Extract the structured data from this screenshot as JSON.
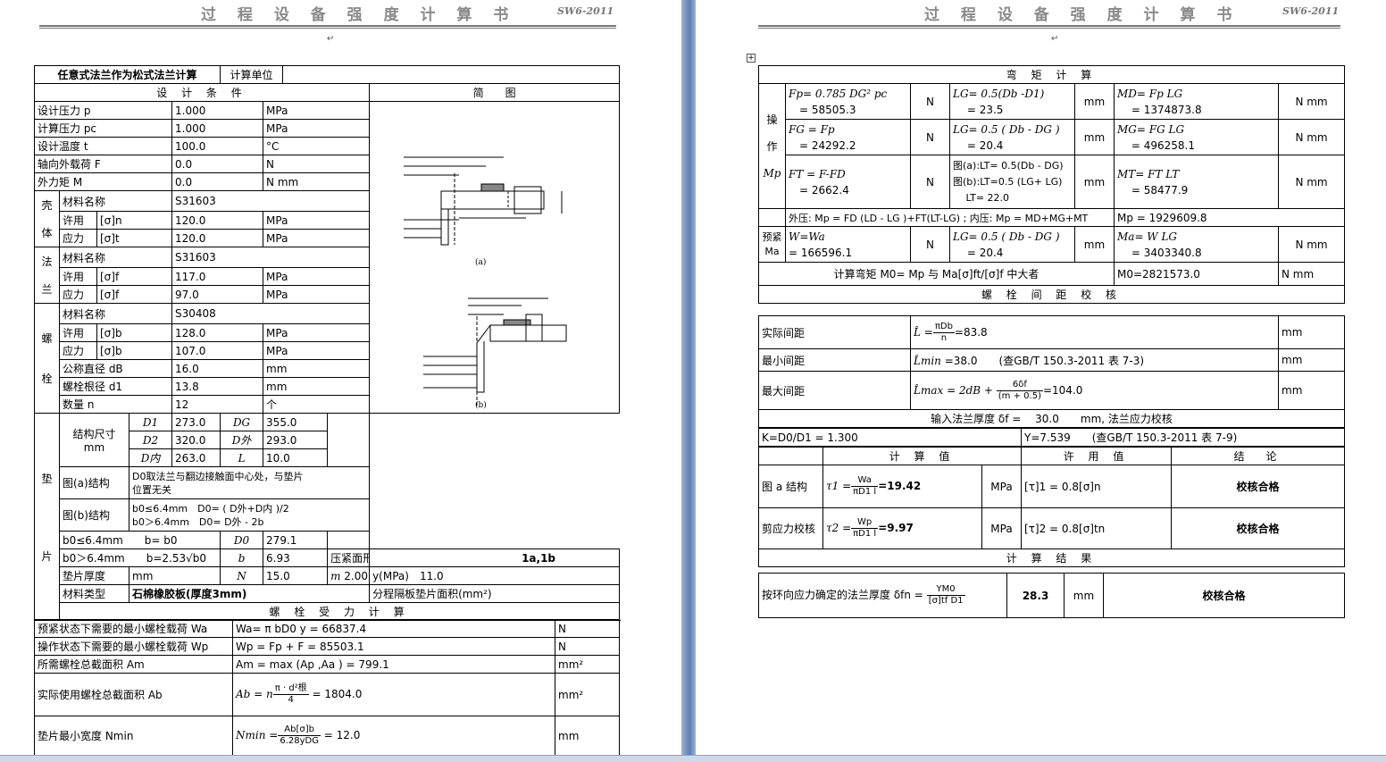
{
  "header": {
    "title": "过 程 设 备 强 度 计 算 书",
    "code": "SW6-2011"
  },
  "left": {
    "title": "任意式法兰作为松式法兰计算",
    "unit_label": "计算单位",
    "design_conditions": "设 计 条 件",
    "sketch_label": "简　　图",
    "rows": [
      {
        "label": "设计压力 p",
        "value": "1.000",
        "unit": "MPa"
      },
      {
        "label": "计算压力 pc",
        "value": "1.000",
        "unit": "MPa"
      },
      {
        "label": "设计温度 t",
        "value": "100.0",
        "unit": "°C"
      },
      {
        "label": "轴向外载荷 F",
        "value": "0.0",
        "unit": "N"
      },
      {
        "label": "外力矩 M",
        "value": "0.0",
        "unit": "N mm"
      }
    ],
    "shell": {
      "g": [
        "壳",
        "体"
      ],
      "mat_label": "材料名称",
      "mat": "S31603",
      "allow": "许用",
      "stress": "应力",
      "s1": "[σ]n",
      "s2": "[σ]t",
      "v1": "120.0",
      "v2": "120.0",
      "unit": "MPa"
    },
    "flange": {
      "g": [
        "法",
        "兰"
      ],
      "mat_label": "材料名称",
      "mat": "S31603",
      "allow": "许用",
      "stress": "应力",
      "s1": "[σ]f",
      "s2": "[σ]f",
      "v1": "117.0",
      "v2": "97.0",
      "unit": "MPa"
    },
    "bolt": {
      "g": [
        "螺",
        "栓"
      ],
      "mat_label": "材料名称",
      "mat": "S30408",
      "allow": "许用",
      "stress": "应力",
      "s1": "[σ]b",
      "s2": "[σ]b",
      "v1": "128.0",
      "v2": "107.0",
      "unit": "MPa",
      "dia_label": "公称直径 dB",
      "dia": "16.0",
      "root_label": "螺栓根径 d1",
      "root": "13.8",
      "mm": "mm",
      "count_label": "数量 n",
      "count": "12",
      "count_unit": "个"
    },
    "gasket": {
      "g": [
        "垫",
        "片"
      ],
      "struct_label": "结构尺寸",
      "mm": "mm",
      "DI": "D1",
      "DI_v": "273.0",
      "DO": "DG",
      "DO_v": "355.0",
      "D2": "D2",
      "D2_v": "320.0",
      "D3": "D外",
      "D3_v": "293.0",
      "D4": "D内",
      "D4_v": "263.0",
      "LL": "L",
      "LL_v": "10.0",
      "fig_a": "图(a)结构",
      "fig_a_text1": "D0取法兰与翻边接触面中心处，与垫片",
      "fig_a_text2": "位置无关",
      "fig_b": "图(b)结构",
      "fig_b_text1": "b0≤6.4mm　D0= ( D外+D内 )/2",
      "fig_b_text2": "b0＞6.4mm　D0= D外 - 2b",
      "b_rule1": "b0≤6.4mm　　b= b0",
      "b_rule2": "b0＞6.4mm　　b=2.53√b0",
      "DG_label": "D0",
      "DG_v": "279.1",
      "b_label": "b",
      "b_v": "6.93",
      "face_label": "压紧面形状",
      "face_v": "1a,1b",
      "thk_label": "垫片厚度",
      "thk_unit": "mm",
      "N_label": "N",
      "N_v": "15.0",
      "m_label": "m",
      "m_v": "2.00",
      "y_label": "y(MPa)",
      "y_v": "11.0",
      "type_label": "材料类型",
      "type_v": "石棉橡胶板(厚度3mm)",
      "partition_label": "分程隔板垫片面积(mm²)"
    },
    "bolt_load": {
      "section": "螺 栓 受 力 计 算",
      "rows": [
        {
          "label": "预紧状态下需要的最小螺栓载荷 Wa",
          "formula": "Wa= π bD0 y = 66837.4",
          "unit": "N"
        },
        {
          "label": "操作状态下需要的最小螺栓载荷 Wp",
          "formula": "Wp = Fp + F = 85503.1",
          "unit": "N"
        },
        {
          "label": "所需螺栓总截面积 Am",
          "formula": "Am = max (Ap ,Aa ) = 799.1",
          "unit": "mm²"
        },
        {
          "label": "实际使用螺栓总截面积 Ab",
          "formula": "= 1804.0",
          "unit": "mm²"
        },
        {
          "label": "垫片最小宽度 Nmin",
          "formula": "= 12.0",
          "unit": "mm"
        }
      ]
    }
  },
  "right": {
    "moment_section": "弯 矩 计 算",
    "op": {
      "g": [
        "操",
        "作",
        "Mp"
      ],
      "r1": {
        "f": "Fp= 0.785 DG² pc",
        "v": "= 58505.3",
        "u1": "N",
        "l": "LG= 0.5(Db -D1)",
        "lv": "= 23.5",
        "u2": "mm",
        "m": "MD= Fp LG",
        "mv": "= 1374873.8",
        "u3": "N mm"
      },
      "r2": {
        "f": "FG = Fp",
        "v": "= 24292.2",
        "u1": "N",
        "l": "LG= 0.5 ( Db - DG )",
        "lv": "= 20.4",
        "u2": "mm",
        "m": "MG= FG LG",
        "mv": "= 496258.1",
        "u3": "N mm"
      },
      "r3": {
        "f": "FT = F-FD",
        "v": "= 2662.4",
        "u1": "N",
        "l1": "图(a):LT= 0.5(Db - DG)",
        "l2": "图(b):LT=0.5 (LG+ LG)",
        "lv": "LT= 22.0",
        "u2": "mm",
        "m": "MT= FT LT",
        "mv": "= 58477.9",
        "u3": "N mm"
      },
      "ext": "外压: Mp = FD (LD - LG )+FT(LT-LG) ;  内压: Mp = MD+MG+MT",
      "ext_v": "Mp = 1929609.8"
    },
    "pre": {
      "g": [
        "预紧",
        "Ma"
      ],
      "f": "W=Wa",
      "v": "= 166596.1",
      "u1": "N",
      "l": "LG= 0.5 ( Db - DG )",
      "lv": "= 20.4",
      "u2": "mm",
      "m": "Ma= W LG",
      "mv": "= 3403340.8",
      "u3": "N mm"
    },
    "calc_moment": {
      "label": "计算弯矩 M0= Mp 与 Ma[σ]ft/[σ]f 中大者",
      "v": "M0=2821573.0",
      "u": "N mm"
    },
    "spacing_section": "螺 栓 间 距 校 核",
    "spacing": [
      {
        "label": "实际间距",
        "formula": "=83.8",
        "unit": "mm"
      },
      {
        "label": "最小间距",
        "formula": "=38.0　　(查GB/T 150.3-2011 表 7-3)",
        "unit": "mm"
      },
      {
        "label": "最大间距",
        "formula": "=104.0",
        "unit": "mm"
      }
    ],
    "thk_input": "输入法兰厚度 δf =　 30.0　　mm, 法兰应力校核",
    "K": "K=D0/D1 = 1.300",
    "Y": "Y=7.539　　(查GB/T 150.3-2011 表 7-9)",
    "shear": {
      "h_calc": "计 算 值",
      "h_allow": "许 用 值",
      "h_result": "结　论",
      "row1_label": "图 a 结构",
      "row2_label": "剪应力校核",
      "t1": "=19.42",
      "t2": "=9.97",
      "u": "MPa",
      "a1": "[τ]1 = 0.8[σ]n",
      "a2": "[τ]2 = 0.8[σ]tn",
      "r1": "校核合格",
      "r2": "校核合格"
    },
    "result_section": "计 算 结 果",
    "result": {
      "label": "按环向应力确定的法兰厚度 δfn =",
      "v": "28.3",
      "u": "mm",
      "r": "校核合格"
    }
  }
}
